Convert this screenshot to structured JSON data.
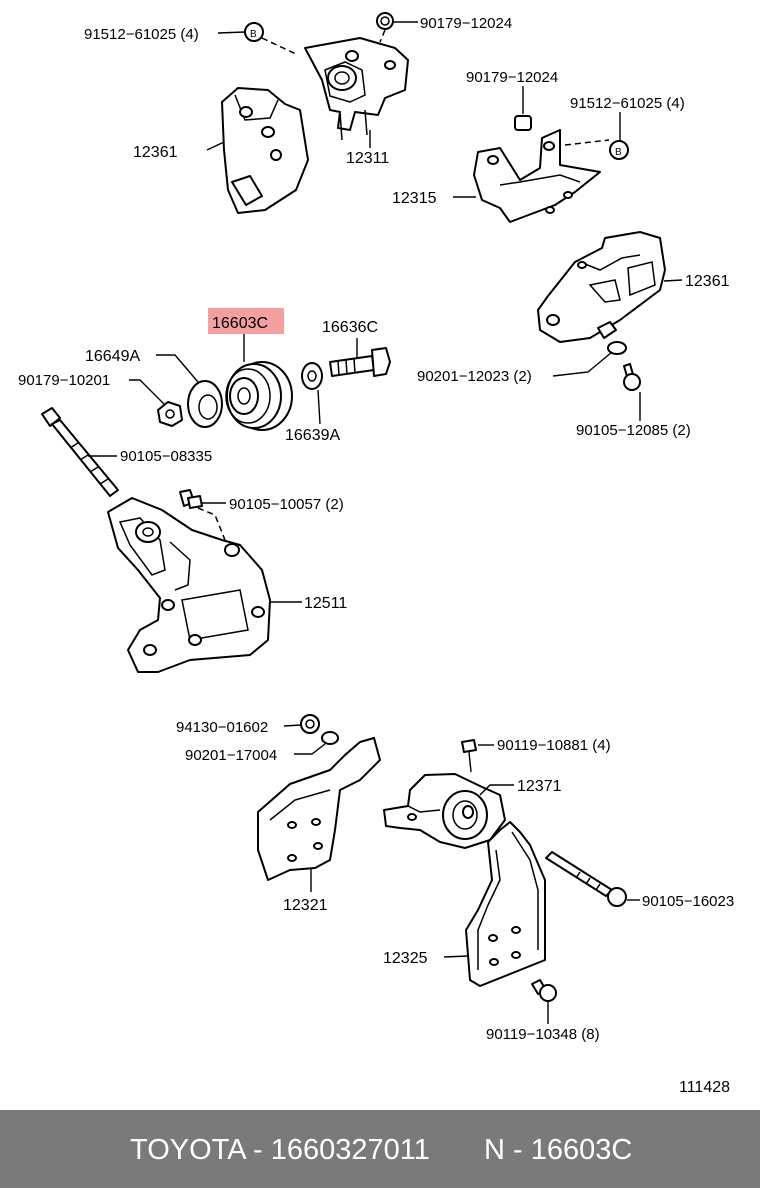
{
  "highlight_color": "#f4a0a0",
  "footer_bg": "#7a7a7a",
  "labels": {
    "p91512_61025_top": "91512−61025 (4)",
    "p90179_12024_top": "90179−12024",
    "p90179_12024_right": "90179−12024",
    "p91512_61025_right": "91512−61025 (4)",
    "p12361_top": "12361",
    "p12311": "12311",
    "p12315": "12315",
    "p12361_right": "12361",
    "p16603C": "16603C",
    "p16636C": "16636C",
    "p16649A": "16649A",
    "p90179_10201": "90179−10201",
    "p16639A": "16639A",
    "p90201_12023": "90201−12023 (2)",
    "p90105_12085": "90105−12085 (2)",
    "p90105_08335": "90105−08335",
    "p90105_10057": "90105−10057 (2)",
    "p12511": "12511",
    "p94130_01602": "94130−01602",
    "p90201_17004": "90201−17004",
    "p90119_10881": "90119−10881 (4)",
    "p12371": "12371",
    "p12321": "12321",
    "p90105_16023": "90105−16023",
    "p12325": "12325",
    "p90119_10348": "90119−10348 (8)",
    "diagram_code": "111428"
  },
  "footer": {
    "brand_part": "TOYOTA - 1660327011",
    "ref": "N - 16603C"
  }
}
